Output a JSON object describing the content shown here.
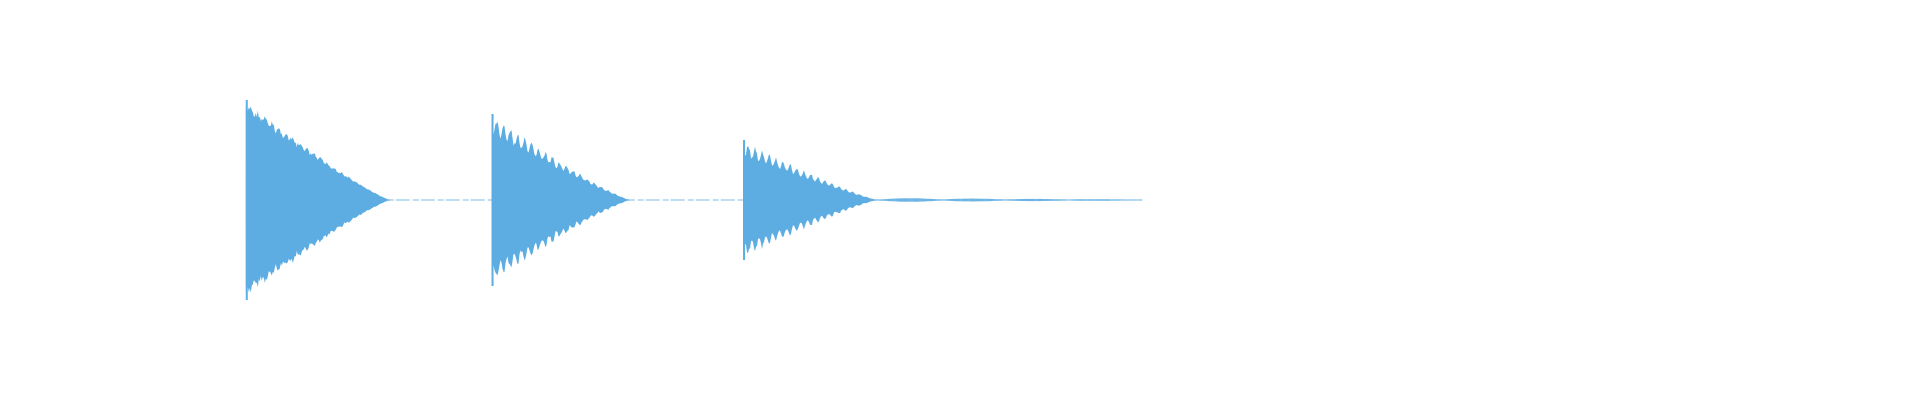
{
  "waveform": {
    "color": "#5dade2",
    "background": "#ffffff",
    "tail_end_fraction": 0.595,
    "bursts": [
      {
        "name": "burst-1",
        "start_fraction": 0.128,
        "peak_amplitude": 1.0,
        "decay_fraction": 0.075,
        "ripple": 0.06
      },
      {
        "name": "burst-2",
        "start_fraction": 0.256,
        "peak_amplitude": 0.86,
        "decay_fraction": 0.072,
        "ripple": 0.18
      },
      {
        "name": "burst-3",
        "start_fraction": 0.387,
        "peak_amplitude": 0.6,
        "decay_fraction": 0.07,
        "ripple": 0.22
      }
    ]
  }
}
